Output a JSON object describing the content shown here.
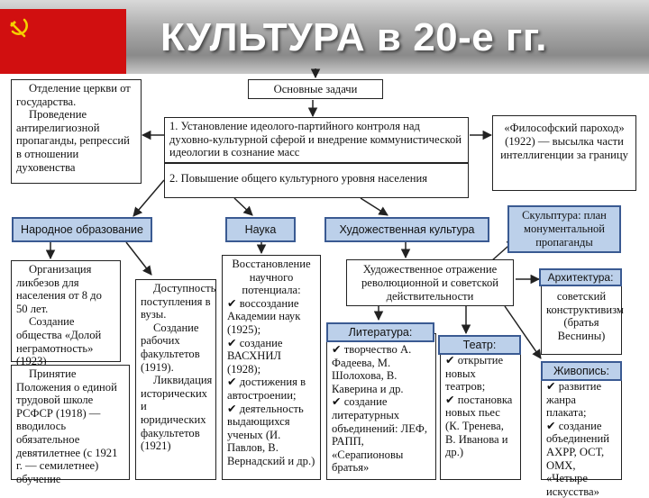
{
  "title": "КУЛЬТУРА в 20-е гг.",
  "colors": {
    "flag": "#d10f10",
    "emblem": "#f5d000",
    "callout_fill": "#bcd0ea",
    "callout_border": "#3a5a92"
  },
  "icons": {
    "flag_emblem": "hammer-and-sickle-icon"
  },
  "main_tasks": {
    "title": "Основные задачи",
    "task1": "1. Установление идеолого-партийного контроля над духовно-культурной сферой и внедрение коммунистической идеологии в сознание масс",
    "task2": "2. Повышение общего культурного уровня населения"
  },
  "church_box": {
    "line1": "Отделение церкви от государства.",
    "line2": "Проведение антирелигиозной пропаганды, репрессий в отношении духовенства"
  },
  "steamer_box": "«Философский пароход» (1922) — высылка части интеллигенции за границу",
  "education": {
    "label": "Народное образование",
    "left_box": {
      "p1": "Организация ликбезов для населения от 8 до 50 лет.",
      "p2": "Создание общества «Долой неграмотность» (1923)"
    },
    "law_box": "Принятие Положения о единой трудовой школе РСФСР (1918) — вводилось обязательное девятилетнее (с 1921 г. — семилетнее) обучение",
    "right_box": {
      "p1": "Доступность поступления в вузы.",
      "p2": "Создание рабочих факультетов (1919).",
      "p3": "Ликвидация исторических и юридических факультетов (1921)"
    }
  },
  "science": {
    "label": "Наука",
    "heading": "Восстановление научного потенциала:",
    "items": [
      "воссоздание Академии наук (1925);",
      "создание ВАСХНИЛ (1928);",
      "достижения в автостроении;",
      "деятельность выдающихся ученых (И. Павлов, В. Вернадский и др.)"
    ]
  },
  "art": {
    "label": "Художественная культура",
    "reflection": "Художественное отражение революционной и советской действительности",
    "sculpture": "Скульптура: план монументальной пропаганды",
    "architecture": {
      "label": "Архитектура:",
      "text": "советский конструктивизм (братья Веснины)"
    },
    "literature": {
      "label": "Литература:",
      "items": [
        "творчество А. Фадеева, М. Шолохова, В. Каверина и др.",
        "создание литературных объединений: ЛЕФ, РАПП, «Серапионовы братья»"
      ]
    },
    "theatre": {
      "label": "Театр:",
      "items": [
        "открытие новых театров;",
        "постановка новых пьес (К. Тренева, В. Иванова и др.)"
      ]
    },
    "painting": {
      "label": "Живопись:",
      "items": [
        "развитие жанра плаката;",
        "создание объединений АХРР, ОСТ, ОМХ, «Четыре искусства»"
      ]
    }
  }
}
